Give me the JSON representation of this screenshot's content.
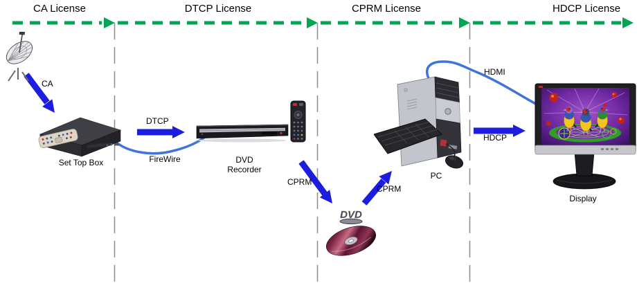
{
  "sections": [
    {
      "title": "CA License"
    },
    {
      "title": "DTCP License"
    },
    {
      "title": "CPRM License"
    },
    {
      "title": "HDCP License"
    }
  ],
  "nodes": {
    "set_top_box_label": "Set Top Box",
    "dvd_recorder_label_line1": "DVD",
    "dvd_recorder_label_line2": "Recorder",
    "dvd_disc_logo": "DVD",
    "pc_label": "PC",
    "display_label": "Display"
  },
  "links": {
    "ca": "CA",
    "dtcp": "DTCP",
    "firewire": "FireWire",
    "cprm_in": "CPRM",
    "cprm_out": "CPRM",
    "hdmi": "HDMI",
    "hdcp": "HDCP"
  },
  "colors": {
    "timeline_green": "#00a651",
    "arrow_blue": "#1d1de0",
    "cable_blue": "#3f74d8",
    "divider_gray": "#8c8c8c",
    "text": "#000000"
  }
}
